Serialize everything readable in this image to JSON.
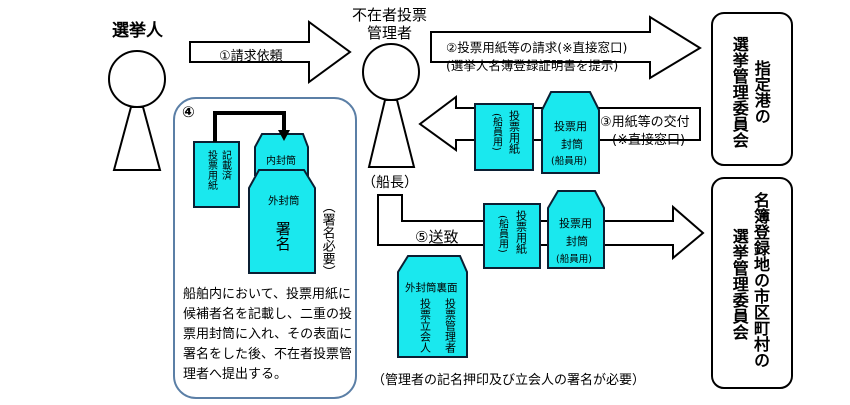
{
  "actors": {
    "voter": "選挙人",
    "manager_line1": "不在者投票",
    "manager_line2": "管理者",
    "captain": "（船長）"
  },
  "committees": {
    "port": {
      "line1": "指定港の",
      "line2": "選挙管理委員会"
    },
    "registry": {
      "line1": "名簿登録地の市区町村の",
      "line2": "選挙管理委員会"
    }
  },
  "steps": {
    "step1": "①請求依頼",
    "step2_line1": "②投票用紙等の請求(※直接窓口)",
    "step2_line2": "(選挙人名簿登録証明書を提示)",
    "step3_line1": "③用紙等の交付",
    "step3_line2": "(※直接窓口)",
    "step4_number": "④",
    "step5": "⑤送致"
  },
  "items": {
    "ballot_paper": "投票用紙",
    "crew_use": "(船員用)",
    "ballot_envelope_line1": "投票用",
    "ballot_envelope_line2": "封筒",
    "filled_ballot_line1": "記載済",
    "filled_ballot_line2": "投票用紙",
    "inner_envelope": "内封筒",
    "outer_envelope": "外封筒",
    "signature": "署名",
    "signature_required": "（署名必要）",
    "outer_back": "外封筒裏面",
    "witness": "投票立会人",
    "vote_manager": "投票管理者"
  },
  "step4_description": [
    "船舶内において、投票用紙に",
    "候補者名を記載し、二重の投",
    "票用封筒に入れ、その表面に",
    "署名をした後、不在者投票管",
    "理者へ提出する。"
  ],
  "footnote": "（管理者の記名押印及び立会人の署名が必要）",
  "colors": {
    "envelope_fill": "#1ae8ee",
    "panel_border": "#5b7fa6"
  }
}
